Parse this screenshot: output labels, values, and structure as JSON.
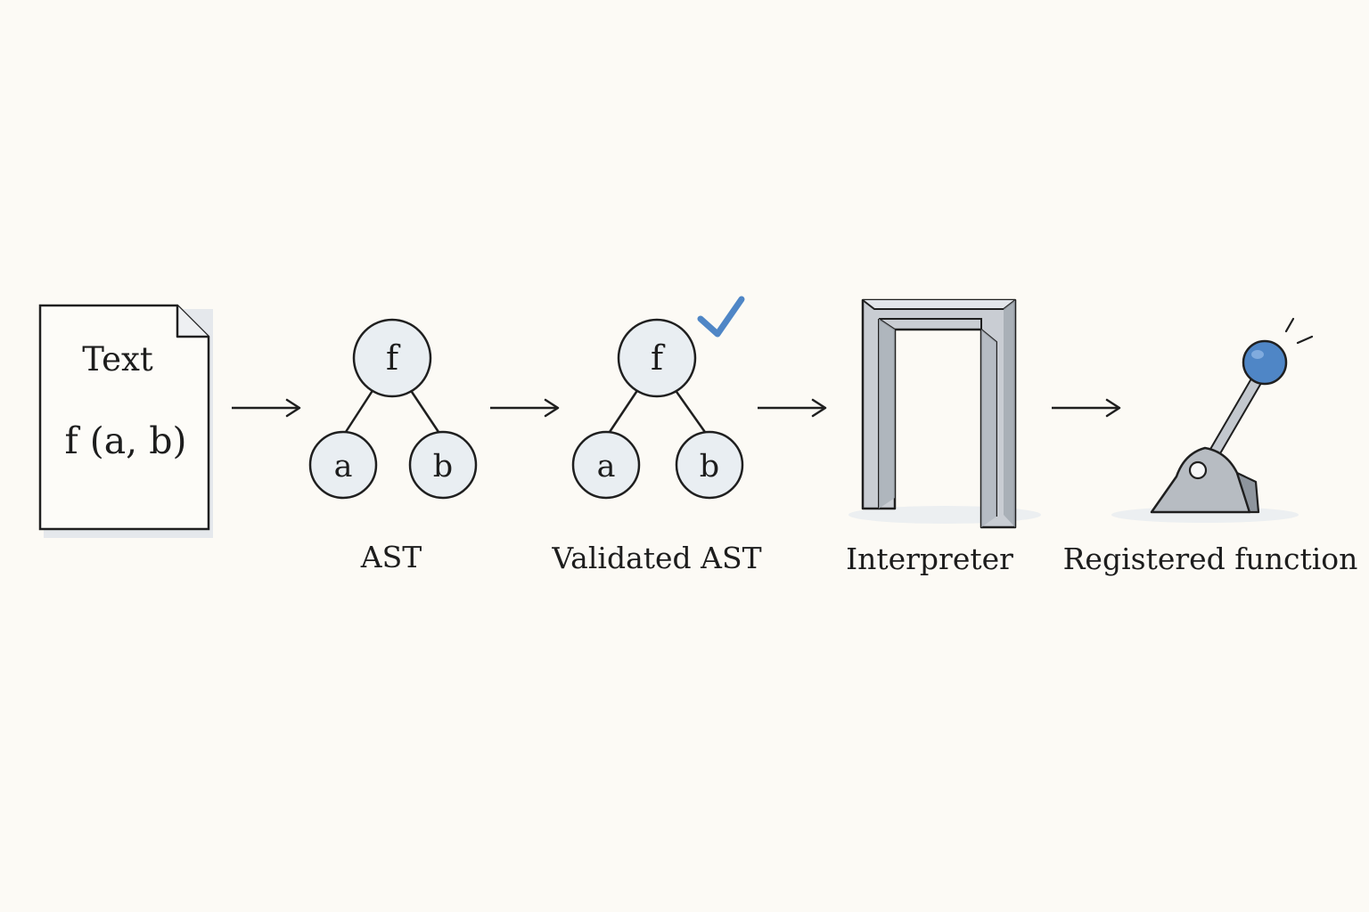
{
  "document": {
    "text_label": "Text",
    "code_text": "f (a, b)"
  },
  "ast": {
    "root": "f",
    "left": "a",
    "right": "b",
    "label": "AST"
  },
  "validated_ast": {
    "root": "f",
    "left": "a",
    "right": "b",
    "label": "Validated AST"
  },
  "interpreter": {
    "label": "Interpreter"
  },
  "registered_function": {
    "label": "Registered function"
  },
  "icons": {
    "document": "document-icon",
    "arrow": "right-arrow-icon",
    "check": "check-icon",
    "gate": "gate-icon",
    "lever": "lever-icon"
  },
  "colors": {
    "background": "#fcfaf5",
    "node_fill": "#e9eef2",
    "stroke": "#1f1f1f",
    "check": "#4f86c6",
    "gate_front": "#c8ccd2",
    "lever_ball": "#4f86c6"
  }
}
